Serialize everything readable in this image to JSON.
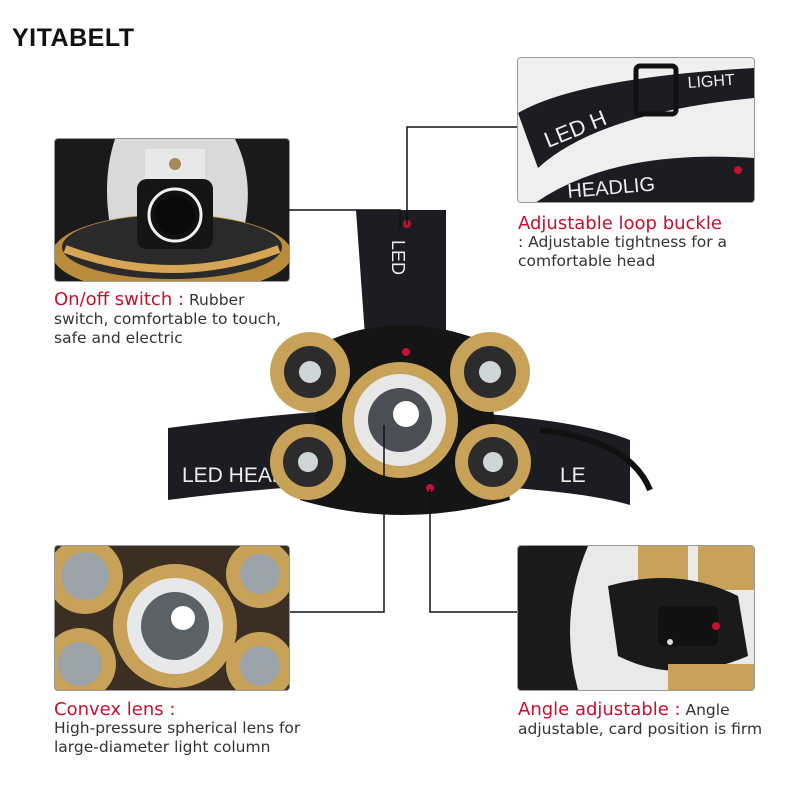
{
  "brand": "YITABELT",
  "features": {
    "switch": {
      "title": "On/off switch :",
      "desc_first": " Rubber",
      "desc_rest": [
        "switch, comfortable to touch,",
        "safe and electric"
      ]
    },
    "buckle": {
      "title": "Adjustable loop buckle",
      "desc": [
        ": Adjustable tightness for a",
        "comfortable head"
      ]
    },
    "lens": {
      "title": "Convex lens :",
      "desc": [
        "High-pressure spherical lens for",
        "large-diameter light column"
      ]
    },
    "angle": {
      "title": "Angle adjustable :",
      "desc_first": "Angle",
      "desc_rest": [
        "adjustable, card position is firm"
      ]
    }
  },
  "product_text": {
    "strap_left": "LED HEADL",
    "strap_right": "LE",
    "strap_top": "LED",
    "buckle_strap": "LED H",
    "buckle_strap2": "LIGHT",
    "buckle_strap3": "HEADLIG"
  },
  "colors": {
    "accent": "#c8102e",
    "gold": "#c9a25a",
    "strap": "#1c1d22"
  }
}
